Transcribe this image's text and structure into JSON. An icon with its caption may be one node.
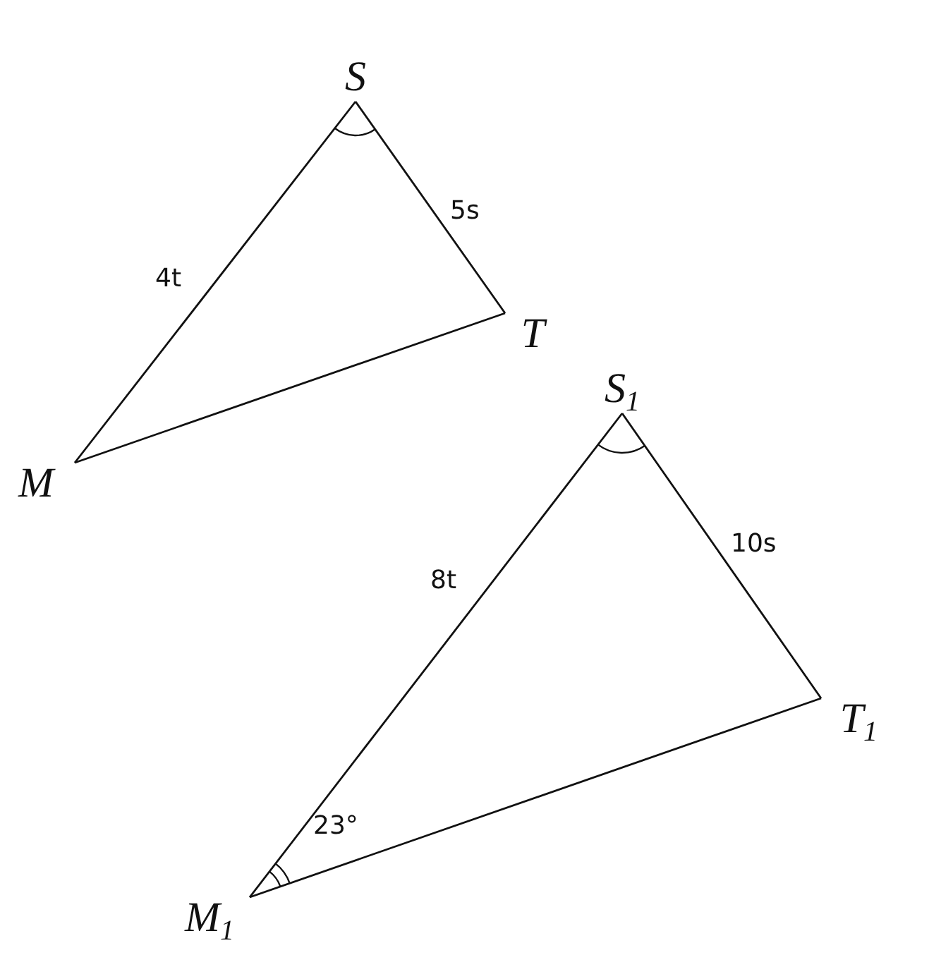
{
  "diagram": {
    "nodes": [
      {
        "text": [
          "S"
        ]
      },
      {
        "text": [
          "T"
        ]
      },
      {
        "text": [
          "M"
        ]
      },
      {
        "text": [
          "S$_{1}$"
        ]
      },
      {
        "text": [
          "T$_{1}$"
        ]
      },
      {
        "text": [
          "M$_{1}$"
        ]
      }
    ],
    "edges": [
      {
        "from": 0,
        "to": 2,
        "arrow": "none",
        "label": "4t"
      },
      {
        "from": 0,
        "to": 1,
        "arrow": "none",
        "label": "5s"
      },
      {
        "from": 2,
        "to": 1,
        "arrow": "none"
      },
      {
        "from": 3,
        "to": 5,
        "arrow": "none",
        "label": "8t"
      },
      {
        "from": 3,
        "to": 4,
        "arrow": "none",
        "label": "10s"
      },
      {
        "from": 5,
        "to": 4,
        "arrow": "none"
      }
    ],
    "labels": [
      "23°"
    ]
  }
}
